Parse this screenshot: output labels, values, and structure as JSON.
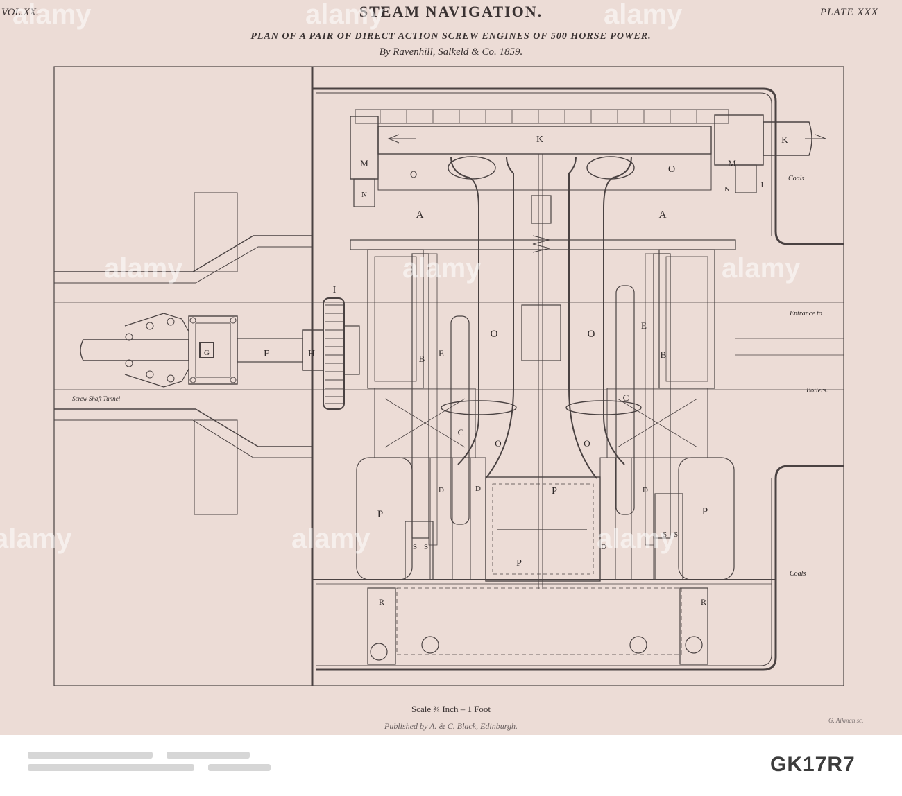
{
  "header": {
    "volume": "VOL.XX.",
    "title": "STEAM NAVIGATION.",
    "plate": "PLATE XXX",
    "subtitle": "PLAN OF A PAIR OF DIRECT ACTION SCREW ENGINES OF 500 HORSE POWER.",
    "byline": "By Ravenhill, Salkeld & Co. 1859."
  },
  "labels": {
    "K": "K",
    "M": "M",
    "N": "N",
    "O": "O",
    "A": "A",
    "B": "B",
    "C": "C",
    "D": "D",
    "E": "E",
    "F": "F",
    "G": "G",
    "H": "H",
    "I": "I",
    "L": "L",
    "P": "P",
    "R": "R",
    "S": "S"
  },
  "notes": {
    "coals_top": "Coals",
    "entrance": "Entrance to",
    "boilers": "Boilers.",
    "coals_bottom": "Coals",
    "tunnel": "Screw Shaft Tunnel"
  },
  "footer_text": {
    "scale": "Scale ¾ Inch – 1 Foot",
    "publisher": "Published by A. & C. Black, Edinburgh.",
    "engraver": "G. Aikman sc."
  },
  "watermark": "alamy",
  "stock_id": "GK17R7",
  "colors": {
    "paper": "#ecdcd6",
    "ink": "#4a4242"
  }
}
